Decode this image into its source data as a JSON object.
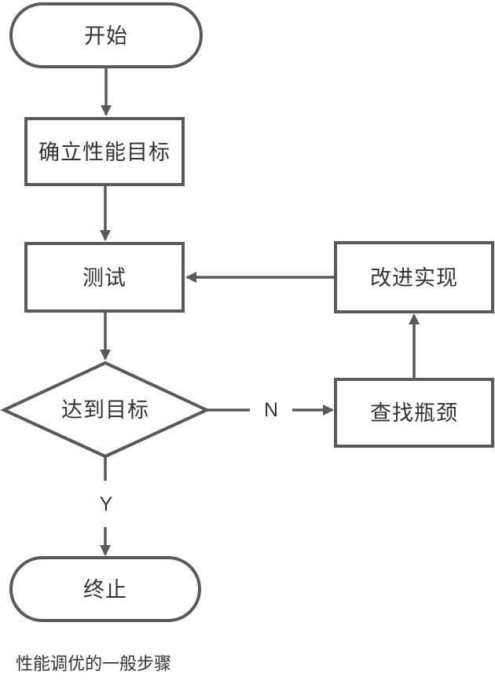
{
  "diagram": {
    "caption": "性能调优的一般步骤",
    "nodes": {
      "start": {
        "label": "开始",
        "type": "terminator"
      },
      "set_goal": {
        "label": "确立性能目标",
        "type": "process"
      },
      "test": {
        "label": "测试",
        "type": "process"
      },
      "goal_reached": {
        "label": "达到目标",
        "type": "decision"
      },
      "find_bottleneck": {
        "label": "查找瓶颈",
        "type": "process"
      },
      "improve": {
        "label": "改进实现",
        "type": "process"
      },
      "end": {
        "label": "终止",
        "type": "terminator"
      }
    },
    "edge_labels": {
      "no": "N",
      "yes": "Y"
    },
    "colors": {
      "stroke": "#595959",
      "text": "#333333",
      "background": "#ffffff"
    }
  }
}
